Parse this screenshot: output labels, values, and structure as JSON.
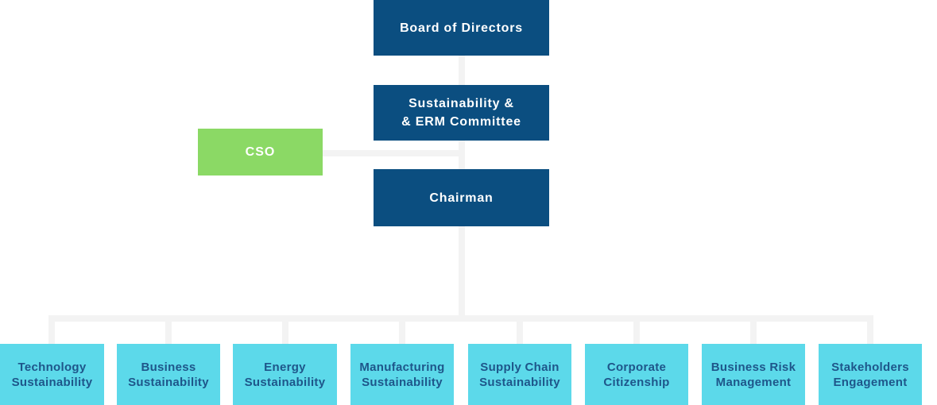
{
  "diagram": {
    "type": "org-chart",
    "nodes": {
      "board": {
        "label": "Board of Directors"
      },
      "committee": {
        "line1": "Sustainability &",
        "line2": "& ERM Committee"
      },
      "cso": {
        "label": "CSO"
      },
      "chairman": {
        "label": "Chairman"
      }
    },
    "departments": [
      {
        "line1": "Technology",
        "line2": "Sustainability"
      },
      {
        "line1": "Business",
        "line2": "Sustainability"
      },
      {
        "line1": "Energy",
        "line2": "Sustainability"
      },
      {
        "line1": "Manufacturing",
        "line2": "Sustainability"
      },
      {
        "line1": "Supply Chain",
        "line2": "Sustainability"
      },
      {
        "line1": "Corporate",
        "line2": "Citizenship"
      },
      {
        "line1": "Business Risk",
        "line2": "Management"
      },
      {
        "line1": "Stakeholders",
        "line2": "Engagement"
      }
    ],
    "edges": [
      "board -> committee",
      "committee -> chairman",
      "cso -> committee/chairman trunk",
      "chairman -> all departments"
    ],
    "colors": {
      "primary_blue": "#0B4E80",
      "accent_green": "#8BD965",
      "department_blue": "#5CD9EA",
      "connector_gray": "#F3F3F3",
      "department_text": "#1E568A",
      "node_text": "#FFFFFF",
      "background": "#FFFFFF"
    }
  }
}
